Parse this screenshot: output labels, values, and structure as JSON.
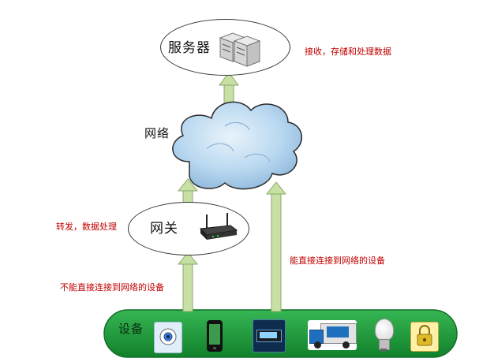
{
  "nodes": {
    "server": "服务器",
    "network": "网络",
    "gateway": "网关",
    "devices": "设备"
  },
  "annotations": {
    "server_role": "接收，存储和处理数据",
    "gateway_role": "转发，数据处理",
    "indirect_devices": "不能直接连接到网络的设备",
    "direct_devices": "能直接连接到网络的设备"
  },
  "device_icons": [
    "camera-device-icon",
    "phone-device-icon",
    "display-device-icon",
    "truck-device-icon",
    "bulb-device-icon",
    "lock-device-icon"
  ],
  "colors": {
    "arrow_fill": "#c8e0a4",
    "arrow_stroke": "#8aa86c",
    "device_bar": "#1e9b3b",
    "cloud_fill": "#b7d7ef",
    "annotation_text": "#c00000"
  }
}
